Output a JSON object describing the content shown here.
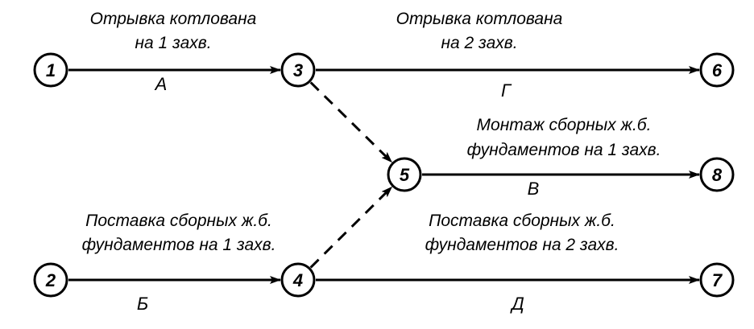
{
  "nodes": [
    {
      "id": "1",
      "label": "1"
    },
    {
      "id": "2",
      "label": "2"
    },
    {
      "id": "3",
      "label": "3"
    },
    {
      "id": "4",
      "label": "4"
    },
    {
      "id": "5",
      "label": "5"
    },
    {
      "id": "6",
      "label": "6"
    },
    {
      "id": "7",
      "label": "7"
    },
    {
      "id": "8",
      "label": "8"
    }
  ],
  "activities": [
    {
      "from": "1",
      "to": "3",
      "code": "А",
      "description": [
        "Отрывка котлована",
        "на 1 захв."
      ],
      "style": "solid"
    },
    {
      "from": "3",
      "to": "6",
      "code": "Г",
      "description": [
        "Отрывка котлована",
        "на 2 захв."
      ],
      "style": "solid"
    },
    {
      "from": "5",
      "to": "8",
      "code": "В",
      "description": [
        "Монтаж сборных ж.б.",
        "фундаментов на 1 захв."
      ],
      "style": "solid"
    },
    {
      "from": "2",
      "to": "4",
      "code": "Б",
      "description": [
        "Поставка сборных ж.б.",
        "фундаментов на 1 захв."
      ],
      "style": "solid"
    },
    {
      "from": "4",
      "to": "7",
      "code": "Д",
      "description": [
        "Поставка сборных ж.б.",
        "фундаментов на 2 захв."
      ],
      "style": "solid"
    },
    {
      "from": "3",
      "to": "5",
      "code": "",
      "description": [],
      "style": "dashed"
    },
    {
      "from": "4",
      "to": "5",
      "code": "",
      "description": [],
      "style": "dashed"
    }
  ],
  "colors": {
    "line": "#000000",
    "background": "#ffffff"
  }
}
